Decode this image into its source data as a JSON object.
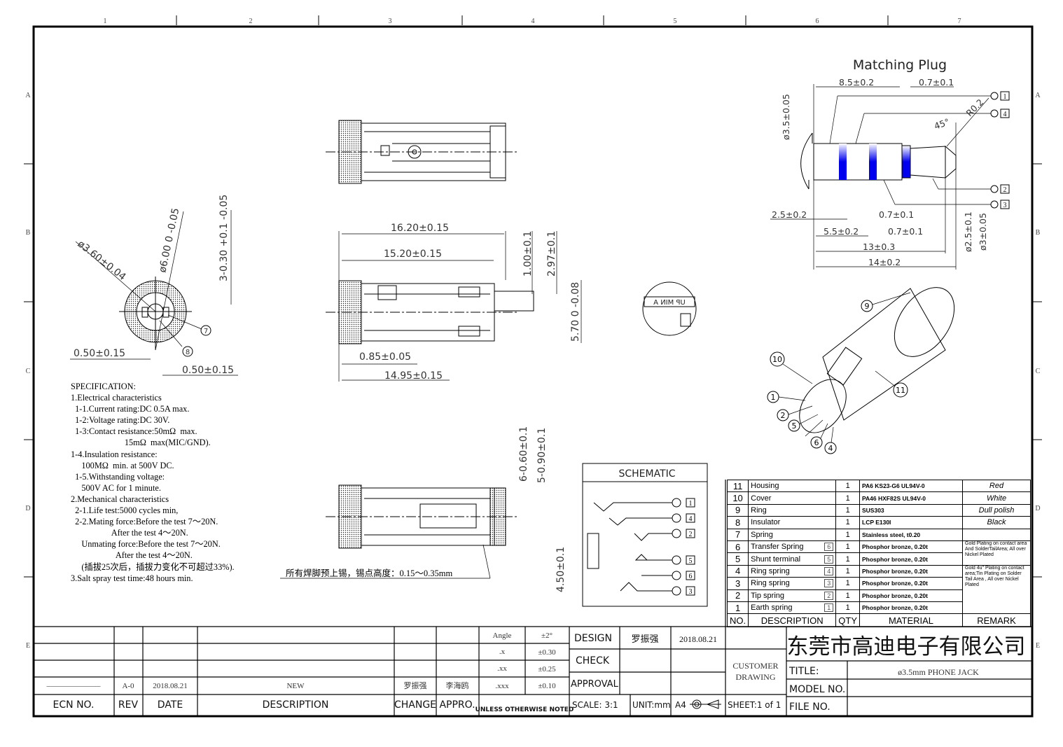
{
  "grid": {
    "columns": [
      "1",
      "2",
      "3",
      "4",
      "5",
      "6",
      "7"
    ],
    "rows": [
      "A",
      "B",
      "C",
      "D",
      "E"
    ]
  },
  "matching_plug": {
    "title": "Matching Plug",
    "dims": [
      "8.5±0.2",
      "0.7±0.1",
      "ø3.5±0.05",
      "R0.2",
      "45°",
      "2.5±0.2",
      "0.7±0.1",
      "5.5±0.2",
      "0.7±0.1",
      "13±0.3",
      "14±0.2",
      "ø2.5±0.1",
      "ø3±0.05"
    ],
    "pins": [
      "1",
      "4",
      "2",
      "3"
    ],
    "band_color": "#0000ee"
  },
  "front_view": {
    "dims": [
      "ø3.60±0.04",
      "ø6.00 0 -0.05",
      "3-0.30 +0.1 -0.05",
      "0.50±0.15",
      "0.50±0.15"
    ],
    "callouts": [
      "7",
      "8"
    ]
  },
  "side_view": {
    "dims": [
      "16.20±0.15",
      "15.20±0.15",
      "1.00±0.1",
      "2.97±0.1",
      "5.70 0 -0.08",
      "0.85±0.05",
      "14.95±0.15"
    ]
  },
  "bottom_view": {
    "dims": [
      "6-0.60±0.1",
      "5-0.90±0.1",
      "4.50±0.1"
    ],
    "note": "所有焊脚预上锡，锡点高度：0.15～0.35mm"
  },
  "end_view": {
    "marking": "UP MIN A"
  },
  "iso_view": {
    "callouts": [
      "9",
      "10",
      "1",
      "2",
      "5",
      "6",
      "4",
      "11"
    ]
  },
  "schematic": {
    "title": "SCHEMATIC",
    "pins": [
      "1",
      "4",
      "2",
      "5",
      "6",
      "3"
    ]
  },
  "specification": [
    "SPECIFICATION:",
    "1.Electrical characteristics",
    "  1-1.Current rating:DC 0.5A max.",
    "  1-2:Voltage rating:DC 30V.",
    "  1-3:Contact resistance:50mΩ  max.",
    "                         15mΩ  max(MIC/GND).",
    "1-4.Insulation resistance:",
    "     100MΩ  min. at 500V DC.",
    "  1-5.Withstanding voltage:",
    "     500V AC for 1 minute.",
    "2.Mechanical characteristics",
    "  2-1.Life test:5000 cycles min,",
    "  2-2.Mating force:Before the test 7～20N.",
    "                   After the test 4～20N.",
    "     Unmating force:Before the test 7～20N.",
    "                     After the test 4～20N.",
    "     (插拔25次后，插拔力变化不可超过33%).",
    "3.Salt spray test time:48 hours min."
  ],
  "bom": {
    "headers": [
      "NO.",
      "DESCRIPTION",
      "QTY",
      "MATERIAL",
      "REMARK"
    ],
    "rows": [
      {
        "no": "11",
        "desc": "Housing",
        "pin": "",
        "qty": "1",
        "material": "PA6 KS23-G6 UL94V-0",
        "remark": "Red"
      },
      {
        "no": "10",
        "desc": "Cover",
        "pin": "",
        "qty": "1",
        "material": "PA46 HXF82S UL94V-0",
        "remark": "White"
      },
      {
        "no": "9",
        "desc": "Ring",
        "pin": "",
        "qty": "1",
        "material": "SUS303",
        "remark": "Dull polish"
      },
      {
        "no": "8",
        "desc": "Insulator",
        "pin": "",
        "qty": "1",
        "material": "LCP E130I",
        "remark": "Black"
      },
      {
        "no": "7",
        "desc": "Spring",
        "pin": "",
        "qty": "1",
        "material": "Stainless steel, t0.20",
        "remark": ""
      },
      {
        "no": "6",
        "desc": "Transfer Spring",
        "pin": "6",
        "qty": "1",
        "material": "Phosphor bronze, 0.20t",
        "remark": "Gold Plating on contact area And SolderTailArea; All over Nickel Plated"
      },
      {
        "no": "5",
        "desc": "Shunt terminal",
        "pin": "5",
        "qty": "1",
        "material": "Phosphor bronze, 0.20t",
        "remark": null
      },
      {
        "no": "4",
        "desc": "Ring spring",
        "pin": "4",
        "qty": "1",
        "material": "Phosphor bronze, 0.20t",
        "remark": "Gold 4u\" Plating on contact area;Tin Plating on Solder Tail Area , All over Nickel Plated"
      },
      {
        "no": "3",
        "desc": "Ring spring",
        "pin": "3",
        "qty": "1",
        "material": "Phosphor bronze, 0.20t",
        "remark": null
      },
      {
        "no": "2",
        "desc": "Tip spring",
        "pin": "2",
        "qty": "1",
        "material": "Phosphor bronze, 0.20t",
        "remark": null
      },
      {
        "no": "1",
        "desc": "Earth spring",
        "pin": "1",
        "qty": "1",
        "material": "Phosphor bronze, 0.20t",
        "remark": null
      }
    ]
  },
  "revision": {
    "tolerances": [
      [
        "Angle",
        "±2°"
      ],
      [
        ".x",
        "±0.30"
      ],
      [
        ".xx",
        "±0.25"
      ],
      [
        ".xxx",
        "±0.10"
      ]
    ],
    "row": {
      "ecn": "———————",
      "rev": "A-0",
      "date": "2018.08.21",
      "description": "NEW",
      "change": "罗振强",
      "appro": "李海鸥"
    },
    "headers": {
      "ecn": "ECN NO.",
      "rev": "REV",
      "date": "DATE",
      "description": "DESCRIPTION",
      "change": "CHANGE",
      "appro": "APPRO.",
      "unless": "UNLESS OTHERWISE NOTED"
    }
  },
  "approval": {
    "design_label": "DESIGN",
    "design_name": "罗振强",
    "design_date": "2018.08.21",
    "check_label": "CHECK",
    "approval_label": "APPROVAL",
    "scale": "SCALE: 3:1",
    "unit": "UNIT:mm",
    "paper": "A4",
    "customer": "CUSTOMER",
    "drawing": "DRAWING",
    "sheet": "SHEET:1 of 1"
  },
  "title_block": {
    "company": "东莞市高迪电子有限公司",
    "title_label": "TITLE:",
    "title": "ø3.5mm PHONE JACK",
    "model_label": "MODEL NO.",
    "model": "",
    "file_label": "FILE NO.",
    "file": ""
  }
}
